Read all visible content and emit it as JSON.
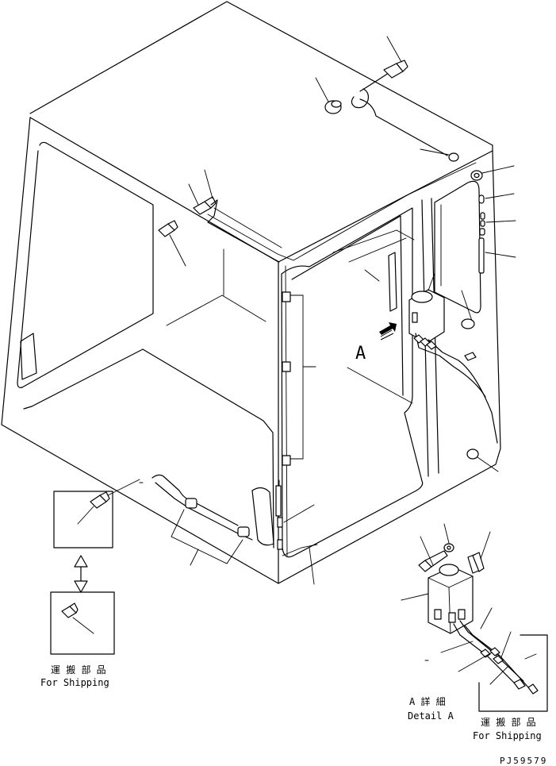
{
  "labels": {
    "view_marker": "A",
    "shipping_left_jp": "運 搬 部 品",
    "shipping_left_en": "For Shipping",
    "detail_jp": "A 詳 細",
    "detail_en": "Detail A",
    "shipping_right_jp": "運 搬 部 品",
    "shipping_right_en": "For Shipping",
    "drawing_number": "PJ59579"
  }
}
